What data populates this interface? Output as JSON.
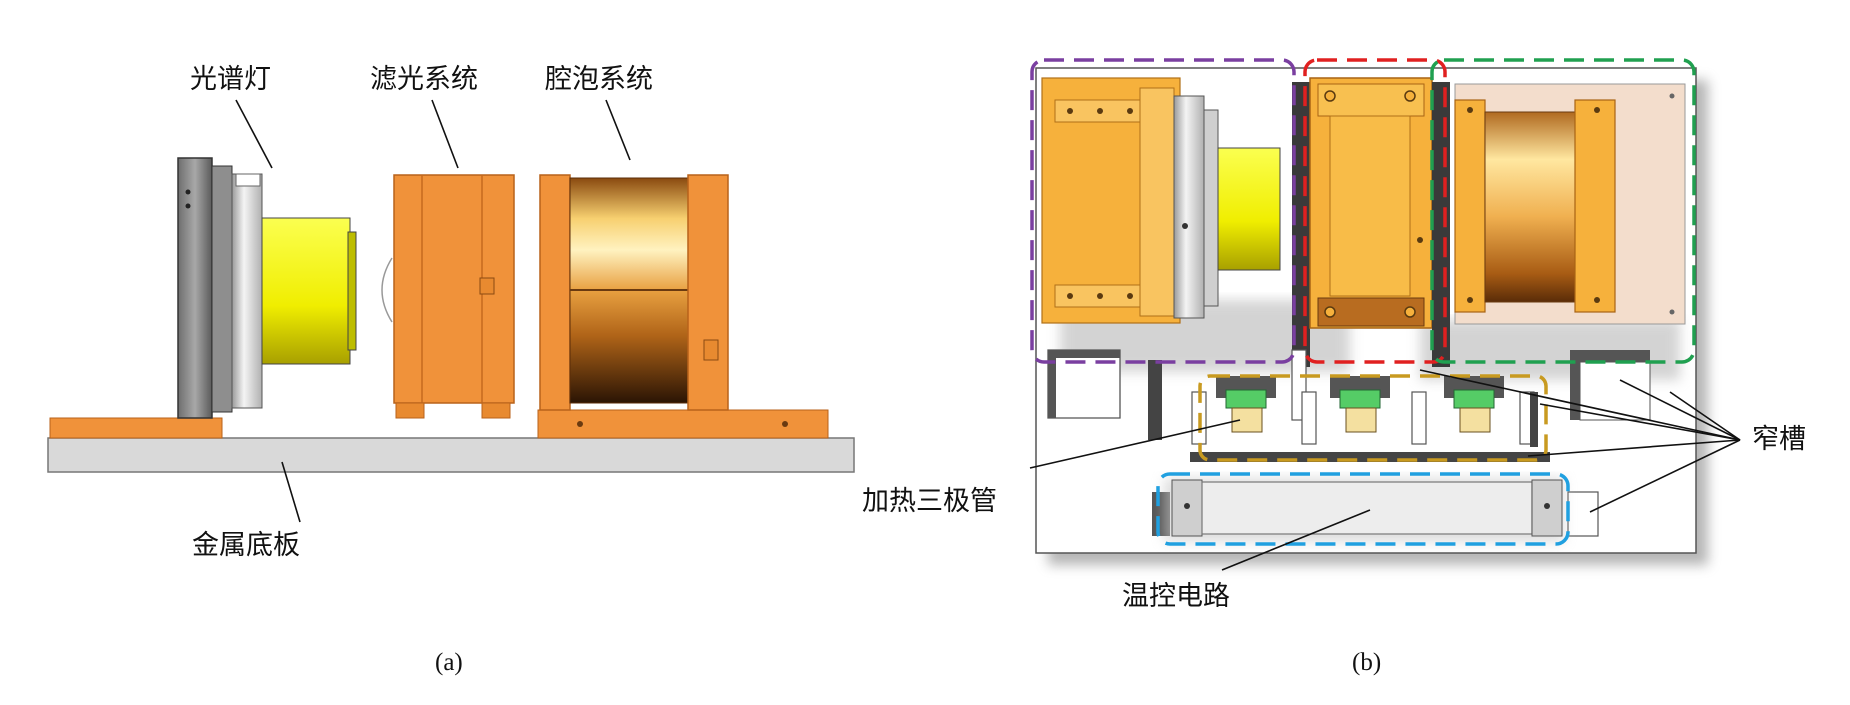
{
  "panel_a": {
    "caption": "(a)",
    "labels": {
      "lamp": "光谱灯",
      "filter": "滤光系统",
      "cell": "腔泡系统",
      "base": "金属底板"
    }
  },
  "panel_b": {
    "caption": "(b)",
    "labels": {
      "slot": "窄槽",
      "diode": "加热三极管",
      "circuit": "温控电路"
    },
    "box_colors": {
      "lamp_box": "#7a3fa0",
      "filter_box": "#e02020",
      "cell_box": "#20a050",
      "diode_box": "#c89a20",
      "circuit_box": "#20a0e0"
    }
  },
  "colors": {
    "orange": "#f0923a",
    "orange_dark": "#c56a1e",
    "yellow": "#f4f000",
    "gray_plate": "#d8d8d8",
    "dark_gray": "#6a6a6a",
    "amber": "#f6b13c"
  }
}
